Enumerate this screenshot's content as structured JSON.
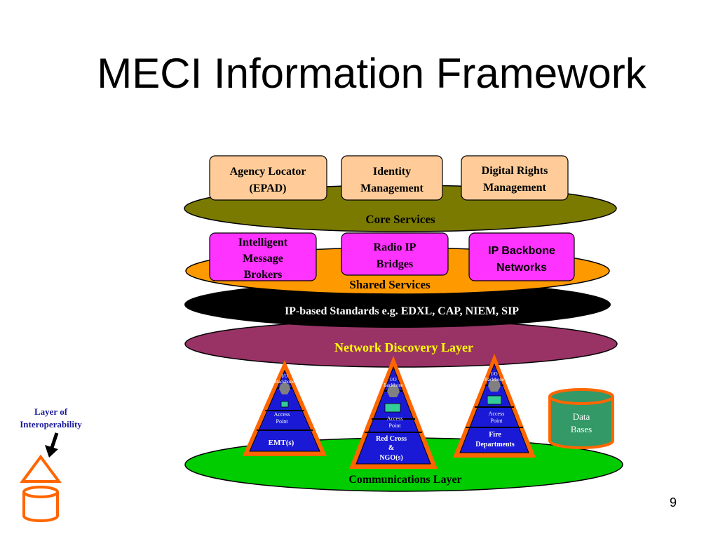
{
  "slide": {
    "title": "MECI Information Framework",
    "page_number": "9"
  },
  "layers": {
    "core": "Core Services",
    "shared": "Shared Services",
    "standards": "IP-based Standards e.g. EDXL, CAP, NIEM, SIP",
    "discovery": "Network Discovery Layer",
    "communications": "Communications Layer"
  },
  "core_boxes": [
    {
      "line1": "Agency Locator",
      "line2": "(EPAD)"
    },
    {
      "line1": "Identity",
      "line2": "Management"
    },
    {
      "line1": "Digital Rights",
      "line2": "Management"
    }
  ],
  "shared_boxes": [
    {
      "line1": "Intelligent",
      "line2": "Message",
      "line3": "Brokers"
    },
    {
      "line1": "Radio IP",
      "line2": "Bridges"
    },
    {
      "line1": "IP Backbone",
      "line2": "Networks"
    }
  ],
  "pyramids": [
    {
      "top1": "I/O",
      "top2": "Backbone",
      "access1": "Access",
      "access2": "Point",
      "base1": "EMT(s)"
    },
    {
      "top1": "I/O",
      "top2": "Backbone",
      "access1": "Access",
      "access2": "Point",
      "base1": "Red Cross",
      "base2": "&",
      "base3": "NGO(s)"
    },
    {
      "top1": "I/O",
      "top2": "Backbone",
      "access1": "Access",
      "access2": "Point",
      "base1": "Fire",
      "base2": "Departments"
    }
  ],
  "database": {
    "line1": "Data",
    "line2": "Bases"
  },
  "legend": {
    "line1": "Layer of",
    "line2": "Interoperability"
  },
  "colors": {
    "core_layer": "#7a7a00",
    "shared_layer": "#ff9900",
    "standards_layer": "#000000",
    "discovery_layer": "#993366",
    "communications_layer": "#00cc00",
    "core_box": "#ffcc99",
    "shared_box": "#ff33ff",
    "pyramid_fill": "#1a1ad6",
    "pyramid_outline": "#ff6600",
    "database_fill": "#339966"
  }
}
